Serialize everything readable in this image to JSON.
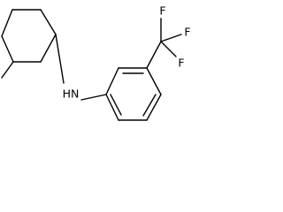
{
  "molecule": {
    "atom_labels": {
      "amine": "HN",
      "fluorine_1": "F",
      "fluorine_2": "F",
      "fluorine_3": "F"
    },
    "colors": {
      "bond": "#000000",
      "label": "#000000",
      "background": "#ffffff"
    }
  }
}
